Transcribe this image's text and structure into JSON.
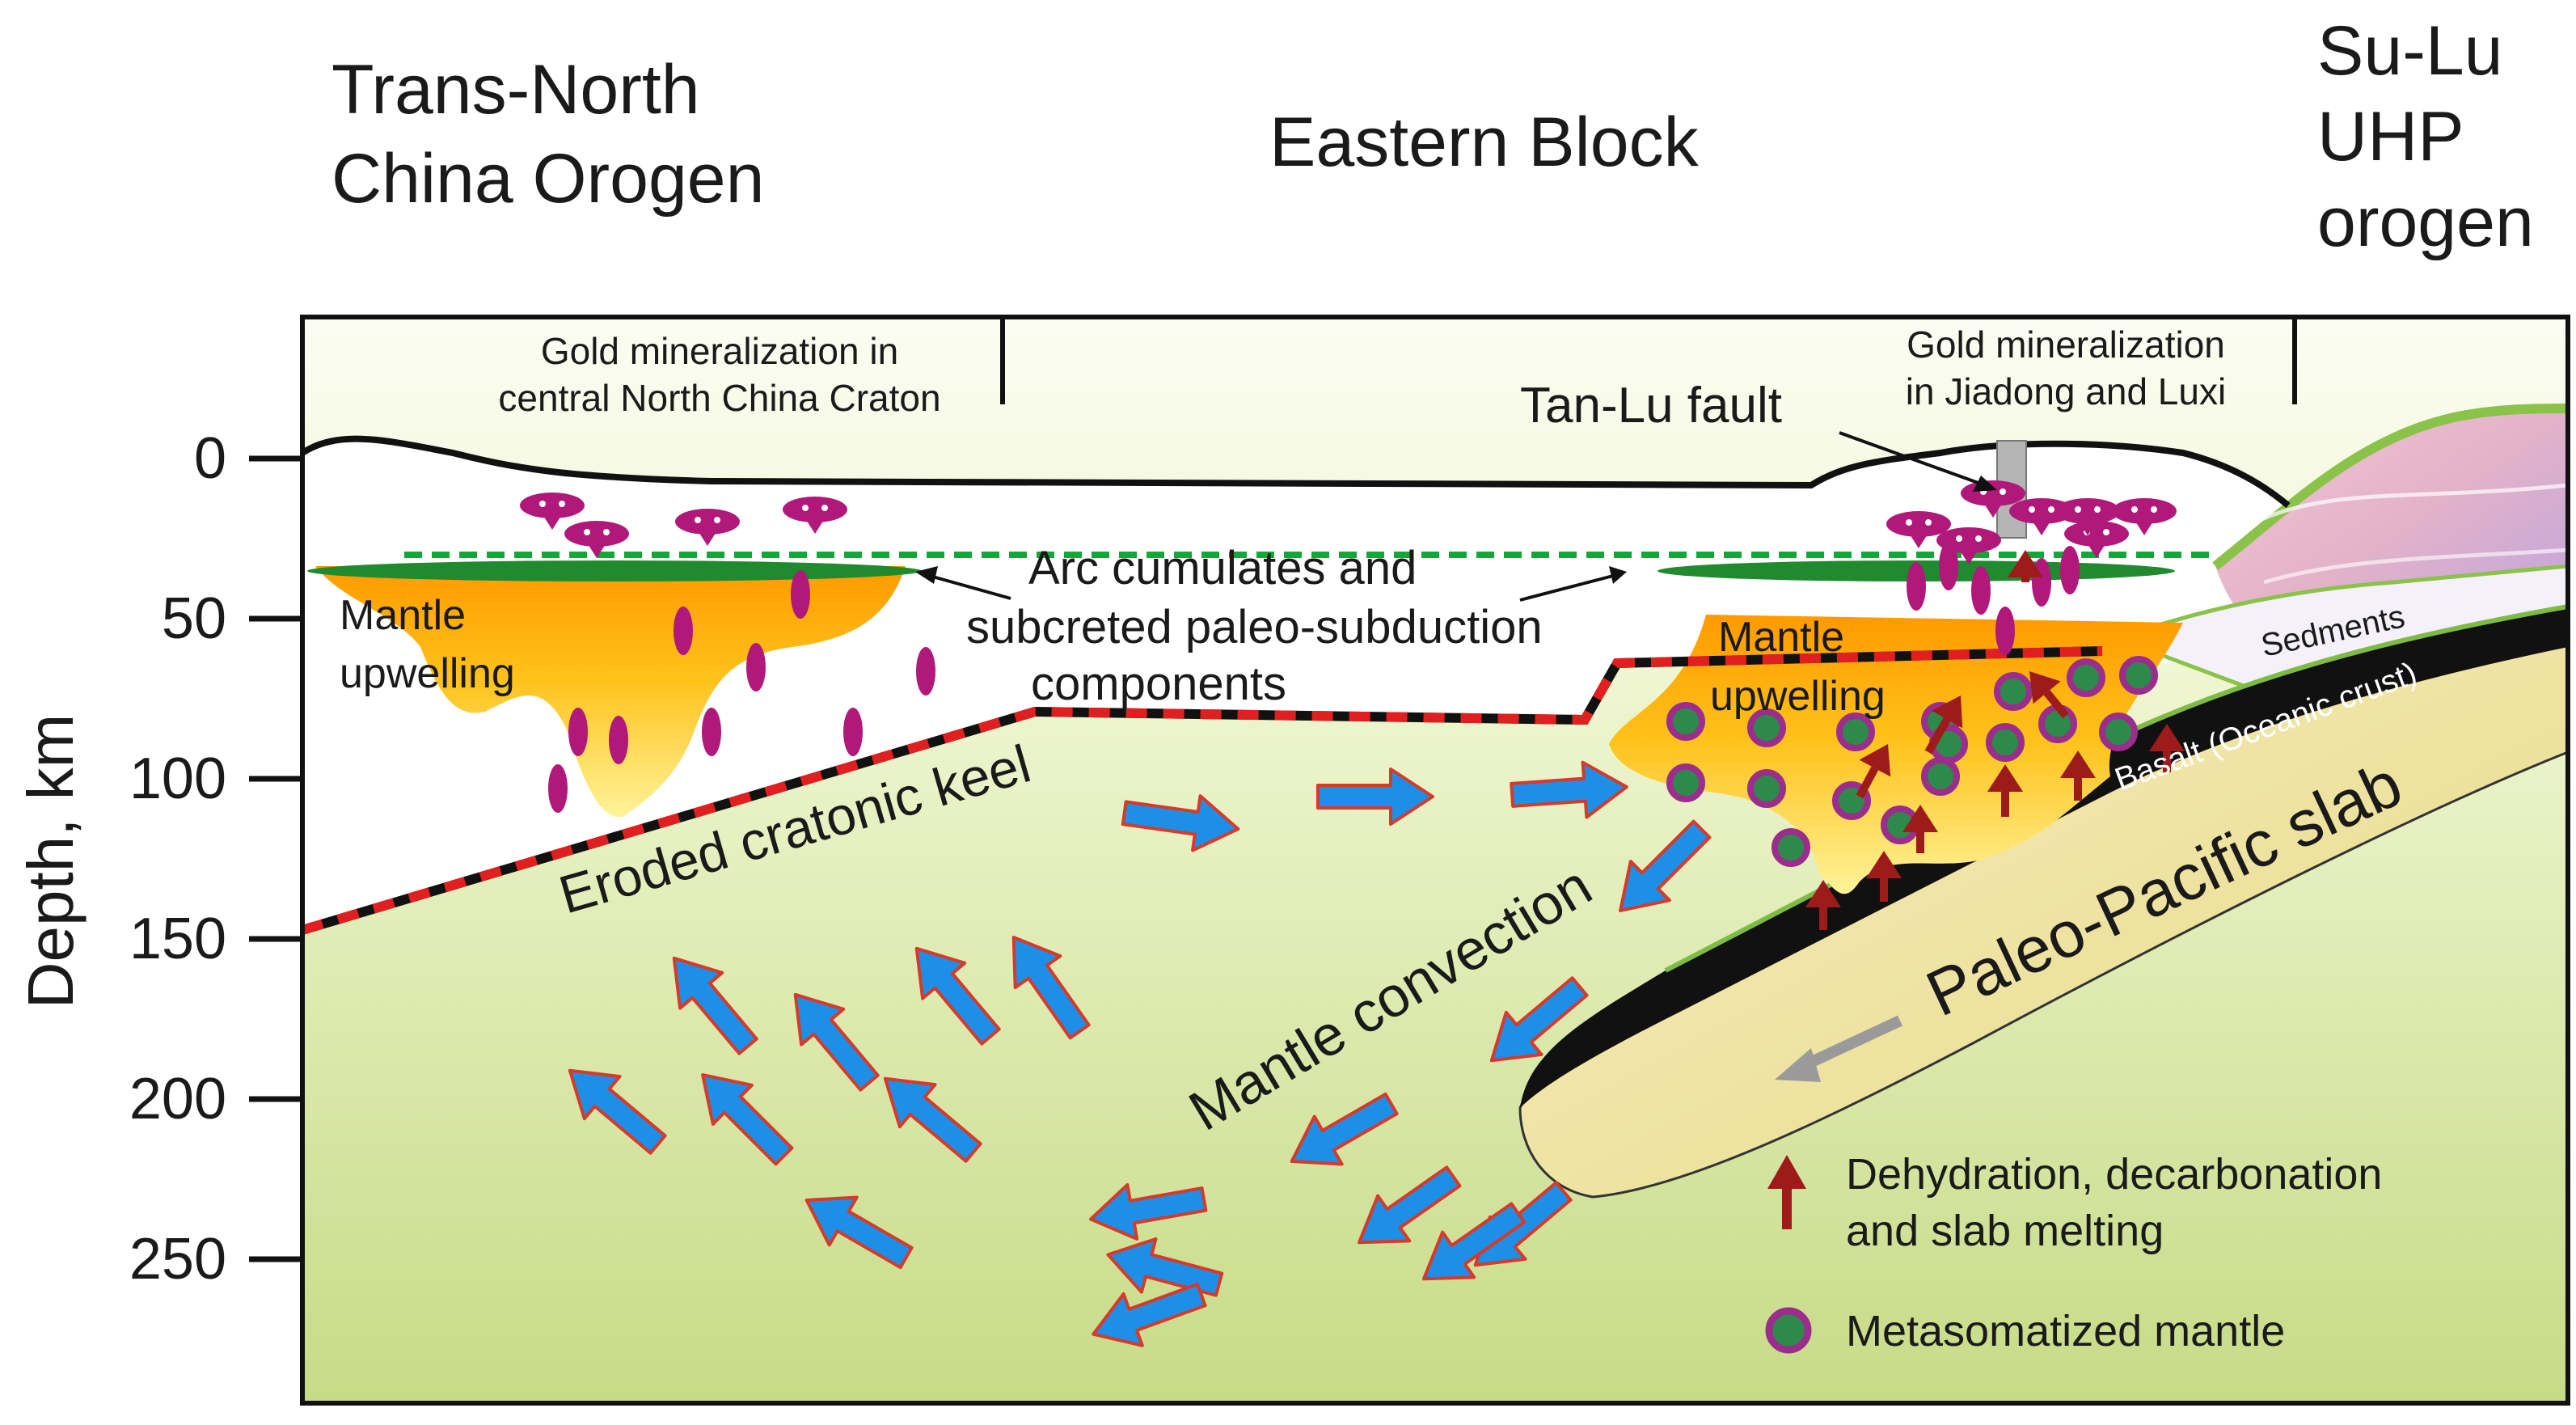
{
  "regions": {
    "left": [
      "Trans-North",
      "China Orogen"
    ],
    "middle": "Eastern Block",
    "right": [
      "Su-Lu",
      "UHP",
      "orogen"
    ]
  },
  "axis": {
    "label": "Depth, km",
    "ticks": [
      "0",
      "50",
      "100",
      "150",
      "200",
      "250"
    ]
  },
  "labels": {
    "gold_central": [
      "Gold mineralization in",
      "central North China Craton"
    ],
    "gold_jiadong": [
      "Gold mineralization",
      "in Jiadong and Luxi"
    ],
    "tanlu_fault": "Tan-Lu fault",
    "arc_cumulates": [
      "Arc cumulates and",
      "subcreted paleo-subduction",
      "components"
    ],
    "mantle_upwelling_left": [
      "Mantle",
      "upwelling"
    ],
    "mantle_upwelling_right": [
      "Mantle",
      "upwelling"
    ],
    "eroded_keel": "Eroded cratonic keel",
    "mantle_convection": "Mantle convection",
    "sediments": "Sedments",
    "oceanic_crust": "Basalt (Oceanic crust)",
    "slab": "Paleo-Pacific slab"
  },
  "legend": {
    "dehydration": [
      "Dehydration, decarbonation",
      "and slab melting"
    ],
    "metasomatized": "Metasomatized mantle"
  },
  "colors": {
    "mantle_top": "#fbfdf2",
    "mantle_bottom": "#c8dd8a",
    "upwelling_top": "#ff9f00",
    "upwelling_bottom": "#fff176",
    "arc_green": "#1f8a2e",
    "dashed_green": "#17a53a",
    "magma": "#b0187a",
    "flow_arrow": "#1e8fe6",
    "arrow_outline": "#d63a2a",
    "slab_black": "#111111",
    "slab_body": "#ecdf9a",
    "red_arrow": "#9e1b1b",
    "fault_gray": "#b5b5b5"
  }
}
